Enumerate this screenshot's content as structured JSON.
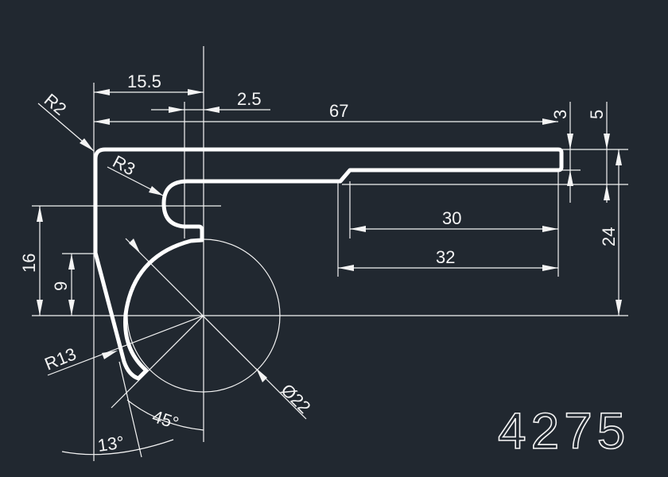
{
  "drawing": {
    "part_number": "4275",
    "background_color": "#212830",
    "line_color": "#f4f4f4",
    "dimensions": {
      "width_15_5": "15.5",
      "offset_2_5": "2.5",
      "length_67": "67",
      "thickness_3": "3",
      "thickness_5": "5",
      "height_24": "24",
      "length_30": "30",
      "length_32": "32",
      "height_16": "16",
      "height_9": "9",
      "radius_r2": "R2",
      "radius_r3": "R3",
      "radius_r13": "R13",
      "diameter_22": "Ø22",
      "angle_45": "45°",
      "angle_13": "13°"
    }
  }
}
